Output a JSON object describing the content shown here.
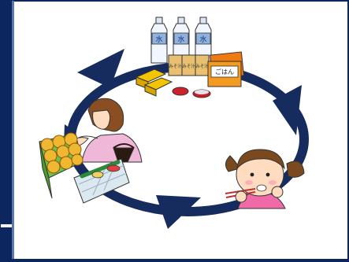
{
  "frame": {
    "border_color": "#0c2660",
    "background": "#ffffff"
  },
  "cycle": {
    "arrow_color": "#162c5e",
    "direction": "clockwise",
    "arrow_count": 4
  },
  "stock": {
    "water_bottle_labels": [
      "水",
      "水",
      "水"
    ],
    "can_labels": [
      "みそ汁",
      "みそ汁",
      "みそ汁"
    ],
    "rice_pack_label": "ごはん"
  },
  "scenes": [
    "emergency-food-stockpile",
    "child-eating",
    "woman-shopping"
  ]
}
